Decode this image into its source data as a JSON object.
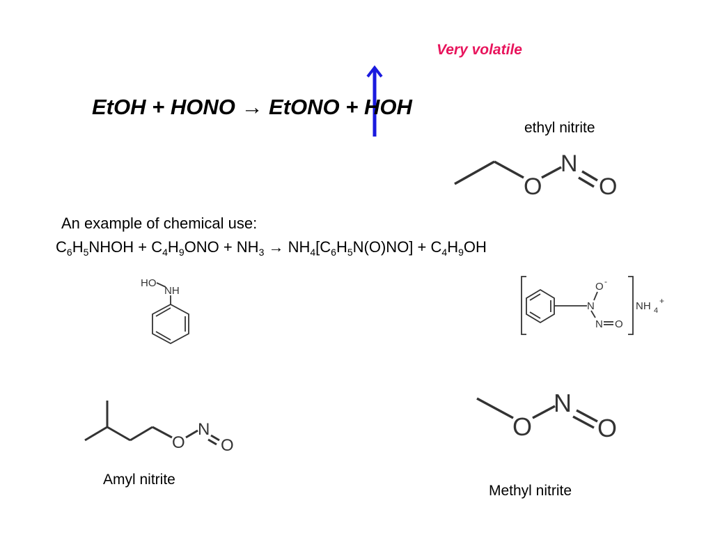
{
  "colors": {
    "note": "#e8145c",
    "arrow": "#1a1adf",
    "structure": "#333333"
  },
  "annotation": {
    "note": "Very volatile",
    "arrow_direction": "up"
  },
  "reaction": {
    "text": "EtOH  + HONO → EtONO + HOH"
  },
  "example": {
    "intro": "An example of chemical use:",
    "equation": [
      {
        "t": "C"
      },
      {
        "s": "6"
      },
      {
        "t": "H"
      },
      {
        "s": "5"
      },
      {
        "t": "NHOH + C"
      },
      {
        "s": "4"
      },
      {
        "t": "H"
      },
      {
        "s": "9"
      },
      {
        "t": "ONO + NH"
      },
      {
        "s": "3"
      },
      {
        "t": " → NH"
      },
      {
        "s": "4"
      },
      {
        "t": "[C"
      },
      {
        "s": "6"
      },
      {
        "t": "H"
      },
      {
        "s": "5"
      },
      {
        "t": "N(O)NO] + C"
      },
      {
        "s": "4"
      },
      {
        "t": "H"
      },
      {
        "s": "9"
      },
      {
        "t": "OH"
      }
    ]
  },
  "structures": {
    "ethyl_nitrite": {
      "caption": "ethyl nitrite",
      "atoms": {
        "o": "O",
        "n": "N",
        "o2": "O"
      }
    },
    "phenylhydroxylamine": {
      "atoms": {
        "ho": "HO",
        "nh": "NH"
      }
    },
    "ammonium_salt": {
      "atoms": {
        "o_minus": "O",
        "charge": "-",
        "n": "N",
        "n2": "N",
        "o": "O",
        "nh": "NH",
        "sub": "4",
        "plus": "+"
      }
    },
    "amyl_nitrite": {
      "caption": "Amyl nitrite",
      "atoms": {
        "o": "O",
        "n": "N",
        "o2": "O"
      }
    },
    "methyl_nitrite": {
      "caption": "Methyl nitrite",
      "atoms": {
        "o": "O",
        "n": "N",
        "o2": "O"
      }
    }
  }
}
